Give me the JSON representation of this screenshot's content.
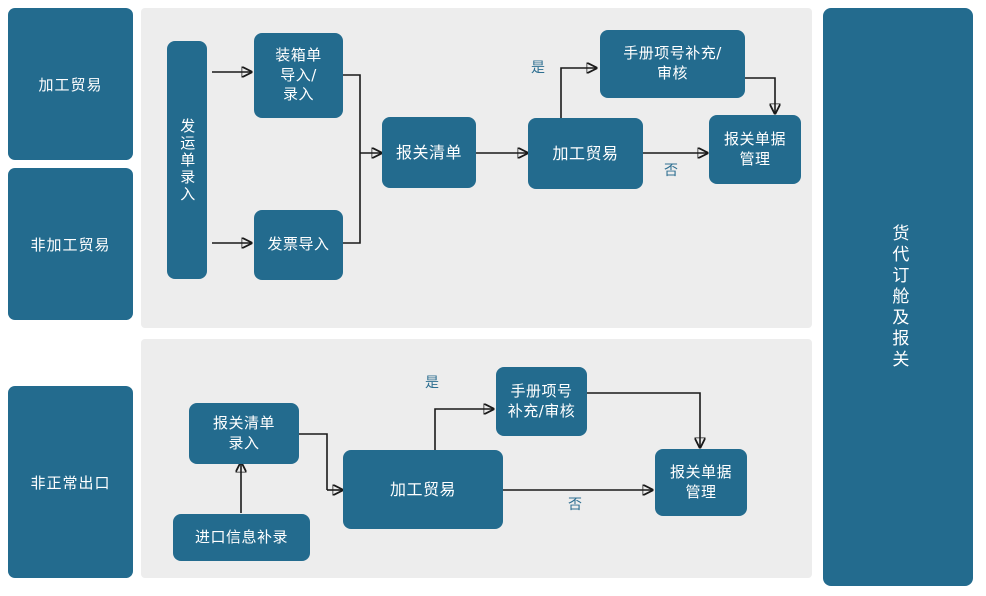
{
  "diagram": {
    "title": "货代订舱及报关",
    "colors": {
      "node_blue": "#236b8e",
      "panel_gray": "#ededed",
      "connector": "#1a1a1a",
      "branch_label": "#2e6f91",
      "node_text": "#ffffff"
    }
  },
  "left_lanes": [
    {
      "id": "processing-trade",
      "label": "加工贸易"
    },
    {
      "id": "non-processing-trade",
      "label": "非加工贸易"
    },
    {
      "id": "abnormal-export",
      "label": "非正常出口"
    }
  ],
  "right_lane": {
    "id": "forwarder-booking-and-customs",
    "label": "货代订舱及报关"
  },
  "flows": [
    {
      "id": "normal-export-flow",
      "nodes": [
        {
          "id": "shipping-order-entry",
          "label": "发运单录入",
          "orientation": "vertical"
        },
        {
          "id": "packing-list-import",
          "label": "装箱单\n导入/\n录入",
          "orientation": "horizontal"
        },
        {
          "id": "invoice-import",
          "label": "发票导入",
          "orientation": "horizontal"
        },
        {
          "id": "customs-list",
          "label": "报关清单",
          "orientation": "horizontal"
        },
        {
          "id": "processing-trade-check",
          "label": "加工贸易",
          "orientation": "horizontal"
        },
        {
          "id": "manual-item-supplement",
          "label": "手册项号补充/\n审核",
          "orientation": "horizontal"
        },
        {
          "id": "customs-doc-management",
          "label": "报关单据\n管理",
          "orientation": "horizontal"
        }
      ],
      "branch_labels": [
        {
          "id": "yes-top",
          "label": "是"
        },
        {
          "id": "no-top",
          "label": "否"
        }
      ]
    },
    {
      "id": "abnormal-export-flow",
      "nodes": [
        {
          "id": "customs-list-entry",
          "label": "报关清单\n录入",
          "orientation": "horizontal"
        },
        {
          "id": "import-info-supplement",
          "label": "进口信息补录",
          "orientation": "horizontal"
        },
        {
          "id": "processing-trade-check-2",
          "label": "加工贸易",
          "orientation": "horizontal"
        },
        {
          "id": "manual-item-supplement-2",
          "label": "手册项号\n补充/审核",
          "orientation": "horizontal"
        },
        {
          "id": "customs-doc-management-2",
          "label": "报关单据\n管理",
          "orientation": "horizontal"
        }
      ],
      "branch_labels": [
        {
          "id": "yes-bottom",
          "label": "是"
        },
        {
          "id": "no-bottom",
          "label": "否"
        }
      ]
    }
  ]
}
